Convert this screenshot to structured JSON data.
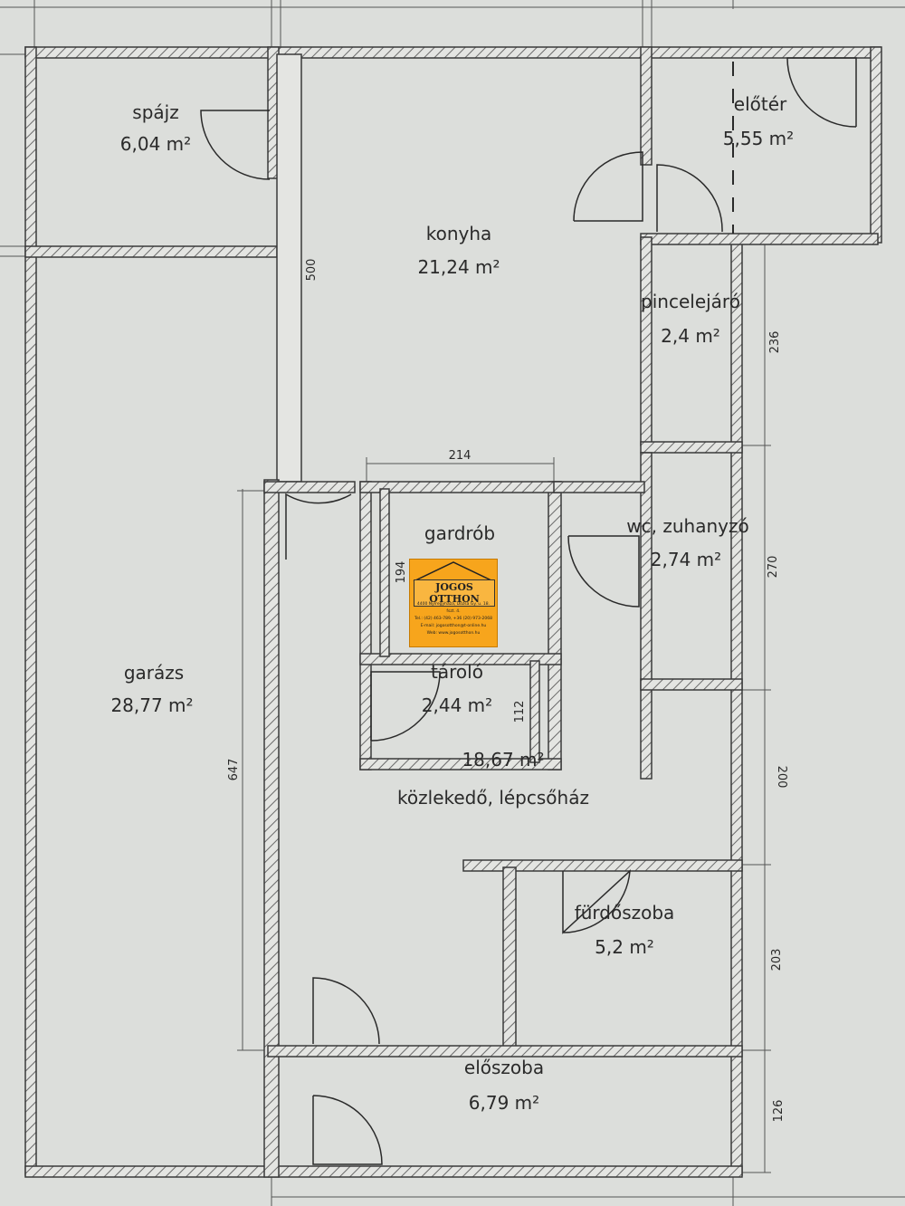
{
  "rooms": {
    "spajz": {
      "name": "spájz",
      "area": "6,04 m²"
    },
    "eloter": {
      "name": "előtér",
      "area": "5,55 m²"
    },
    "konyha": {
      "name": "konyha",
      "area": "21,24 m²"
    },
    "pincelejaro": {
      "name": "pincelejáró",
      "area": "2,4 m²"
    },
    "gardrob": {
      "name": "gardrób"
    },
    "wc": {
      "name": "wc, zuhanyzó",
      "area": "2,74 m²"
    },
    "garazs": {
      "name": "garázs",
      "area": "28,77 m²"
    },
    "tarolo": {
      "name": "tároló",
      "area": "2,44 m²"
    },
    "kozlekedo": {
      "name": "közlekedő, lépcsőház",
      "area": "18,67 m²"
    },
    "furdoszoba": {
      "name": "fürdőszoba",
      "area": "5,2 m²"
    },
    "eloszoba": {
      "name": "előszoba",
      "area": "6,79 m²"
    }
  },
  "dimensions": {
    "konyha_depth": "500",
    "gardrob_width": "214",
    "gardrob_depth": "194",
    "tarolo_depth": "112",
    "garage_depth": "647",
    "right_236": "236",
    "right_270": "270",
    "right_200": "200",
    "right_203": "203",
    "right_126": "126"
  },
  "logo": {
    "title": "JOGOS OTTHON",
    "lines": [
      "4400 Nyíregyháza, Dózsa Gy. u. 18. fszt. 4.",
      "Tel.: (42) 463-789, +36 (20) 973-2068",
      "E-mail: jogosotthon@t-online.hu",
      "Web: www.jogosotthon.hu"
    ],
    "colors": {
      "background": "#f7a51c",
      "text": "#222222"
    }
  },
  "colors": {
    "paper": "#dcdedb",
    "wall": "#3a3a3a",
    "hatch": "#6a6a6a"
  }
}
